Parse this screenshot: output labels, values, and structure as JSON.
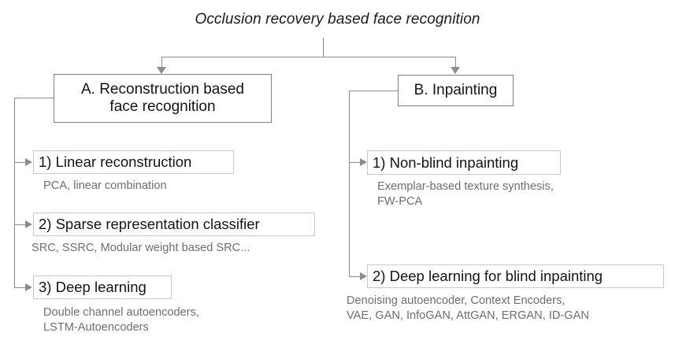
{
  "title": "Occlusion recovery based face recognition",
  "branches": [
    {
      "id": "A",
      "box_label": "A. Reconstruction based face recognition",
      "box_line1": "A. Reconstruction based",
      "box_line2": "face recognition",
      "items": [
        {
          "label": "1) Linear reconstruction",
          "caption_lines": [
            "PCA, linear combination"
          ]
        },
        {
          "label": "2) Sparse representation classifier",
          "caption_lines": [
            "SRC, SSRC, Modular weight based SRC..."
          ]
        },
        {
          "label": "3) Deep learning",
          "caption_lines": [
            "Double channel autoencoders,",
            "LSTM-Autoencoders"
          ]
        }
      ]
    },
    {
      "id": "B",
      "box_label": "B. Inpainting",
      "items": [
        {
          "label": "1) Non-blind inpainting",
          "caption_lines": [
            "Exemplar-based texture synthesis,",
            "FW-PCA"
          ]
        },
        {
          "label": "2) Deep learning for blind inpainting",
          "caption_lines": [
            "Denoising autoencoder, Context Encoders,",
            "VAE, GAN, InfoGAN, AttGAN, ERGAN, ID-GAN"
          ]
        }
      ]
    }
  ],
  "colors": {
    "line": "#8c8c8c",
    "major_border": "#7f7f7f",
    "minor_border": "#c9c9c9",
    "text": "#141414",
    "caption_text": "#6e6e6e",
    "background": "#ffffff"
  }
}
